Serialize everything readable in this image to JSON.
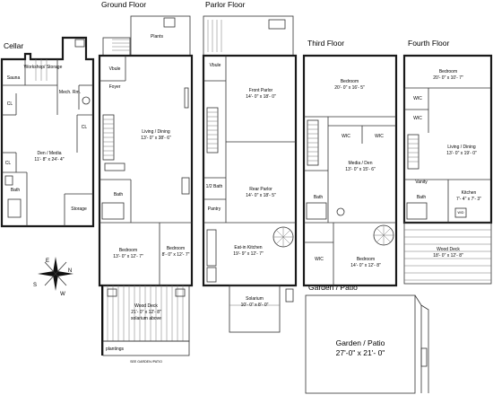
{
  "floors": {
    "cellar": "Cellar",
    "ground": "Ground Floor",
    "parlor": "Parlor Floor",
    "third": "Third Floor",
    "fourth": "Fourth Floor",
    "garden": "Garden / Patio"
  },
  "cellar": {
    "sauna": "Sauna",
    "workshop": "Workshop/ Storage",
    "mech": "Mech. Rm.",
    "cl1": "CL",
    "cl2": "CL",
    "cl3": "CL",
    "den_name": "Den / Media",
    "den_dim": "11'- 8\" x 24'- 4\"",
    "bath": "Bath",
    "storage": "Storage"
  },
  "ground": {
    "plants": "Plants",
    "vbule": "Vbule",
    "foyer": "Foyer",
    "living_name": "Living / Dining",
    "living_dim": "13'- 0\" x 38'- 6\"",
    "bath": "Bath",
    "bed1_name": "Bedroom",
    "bed1_dim": "13'- 0\" x 12'- 7\"",
    "bed2_name": "Bedroom",
    "bed2_dim": "8'- 0\" x 12'- 7\"",
    "deck_name": "Wood Deck",
    "deck_dim": "21'- 0\" x 12'- 8\"",
    "deck_note": "solarium above",
    "plantings": "plantings",
    "see_garden": "SEE GARDEN /PATIO"
  },
  "parlor": {
    "vbule": "Vbule",
    "front_name": "Front Parlor",
    "front_dim": "14'- 0\" x 18'- 0\"",
    "rear_name": "Rear Parlor",
    "rear_dim": "14'- 0\" x 18'- 5\"",
    "half_bath": "1/2 Bath",
    "pantry": "Pantry",
    "kitchen_name": "Eat-in Kitchen",
    "kitchen_dim": "19'- 9\" x 12'- 7\"",
    "solarium_name": "Solarium",
    "solarium_dim": "10'- 0\" x 8'- 0\""
  },
  "third": {
    "bed1_name": "Bedroom",
    "bed1_dim": "20'- 0\" x 16'- 5\"",
    "wic1": "WIC",
    "wic2": "WIC",
    "media_name": "Media / Den",
    "media_dim": "13'- 0\" x 15'- 6\"",
    "bath": "Bath",
    "wic3": "WIC",
    "bed2_name": "Bedroom",
    "bed2_dim": "14'- 0\" x 12'- 8\""
  },
  "fourth": {
    "bed_name": "Bedroom",
    "bed_dim": "20'- 0\" x 10'- 7\"",
    "wic1": "WIC",
    "wic2": "WIC",
    "living_name": "Living / Dining",
    "living_dim": "13'- 0\" x 19'- 0\"",
    "vanity": "Vanity",
    "bath": "Bath",
    "kitchen_name": "Kitchen",
    "kitchen_dim": "7'- 4\" x 7'- 3\"",
    "wd": "W/D",
    "deck_name": "Wood Deck",
    "deck_dim": "18'- 0\" x 12'- 8\""
  },
  "garden": {
    "name": "Garden / Patio",
    "dim": "27'-0\" x 21'- 0\""
  },
  "compass": {
    "n": "N",
    "e": "E",
    "s": "S",
    "w": "W"
  }
}
